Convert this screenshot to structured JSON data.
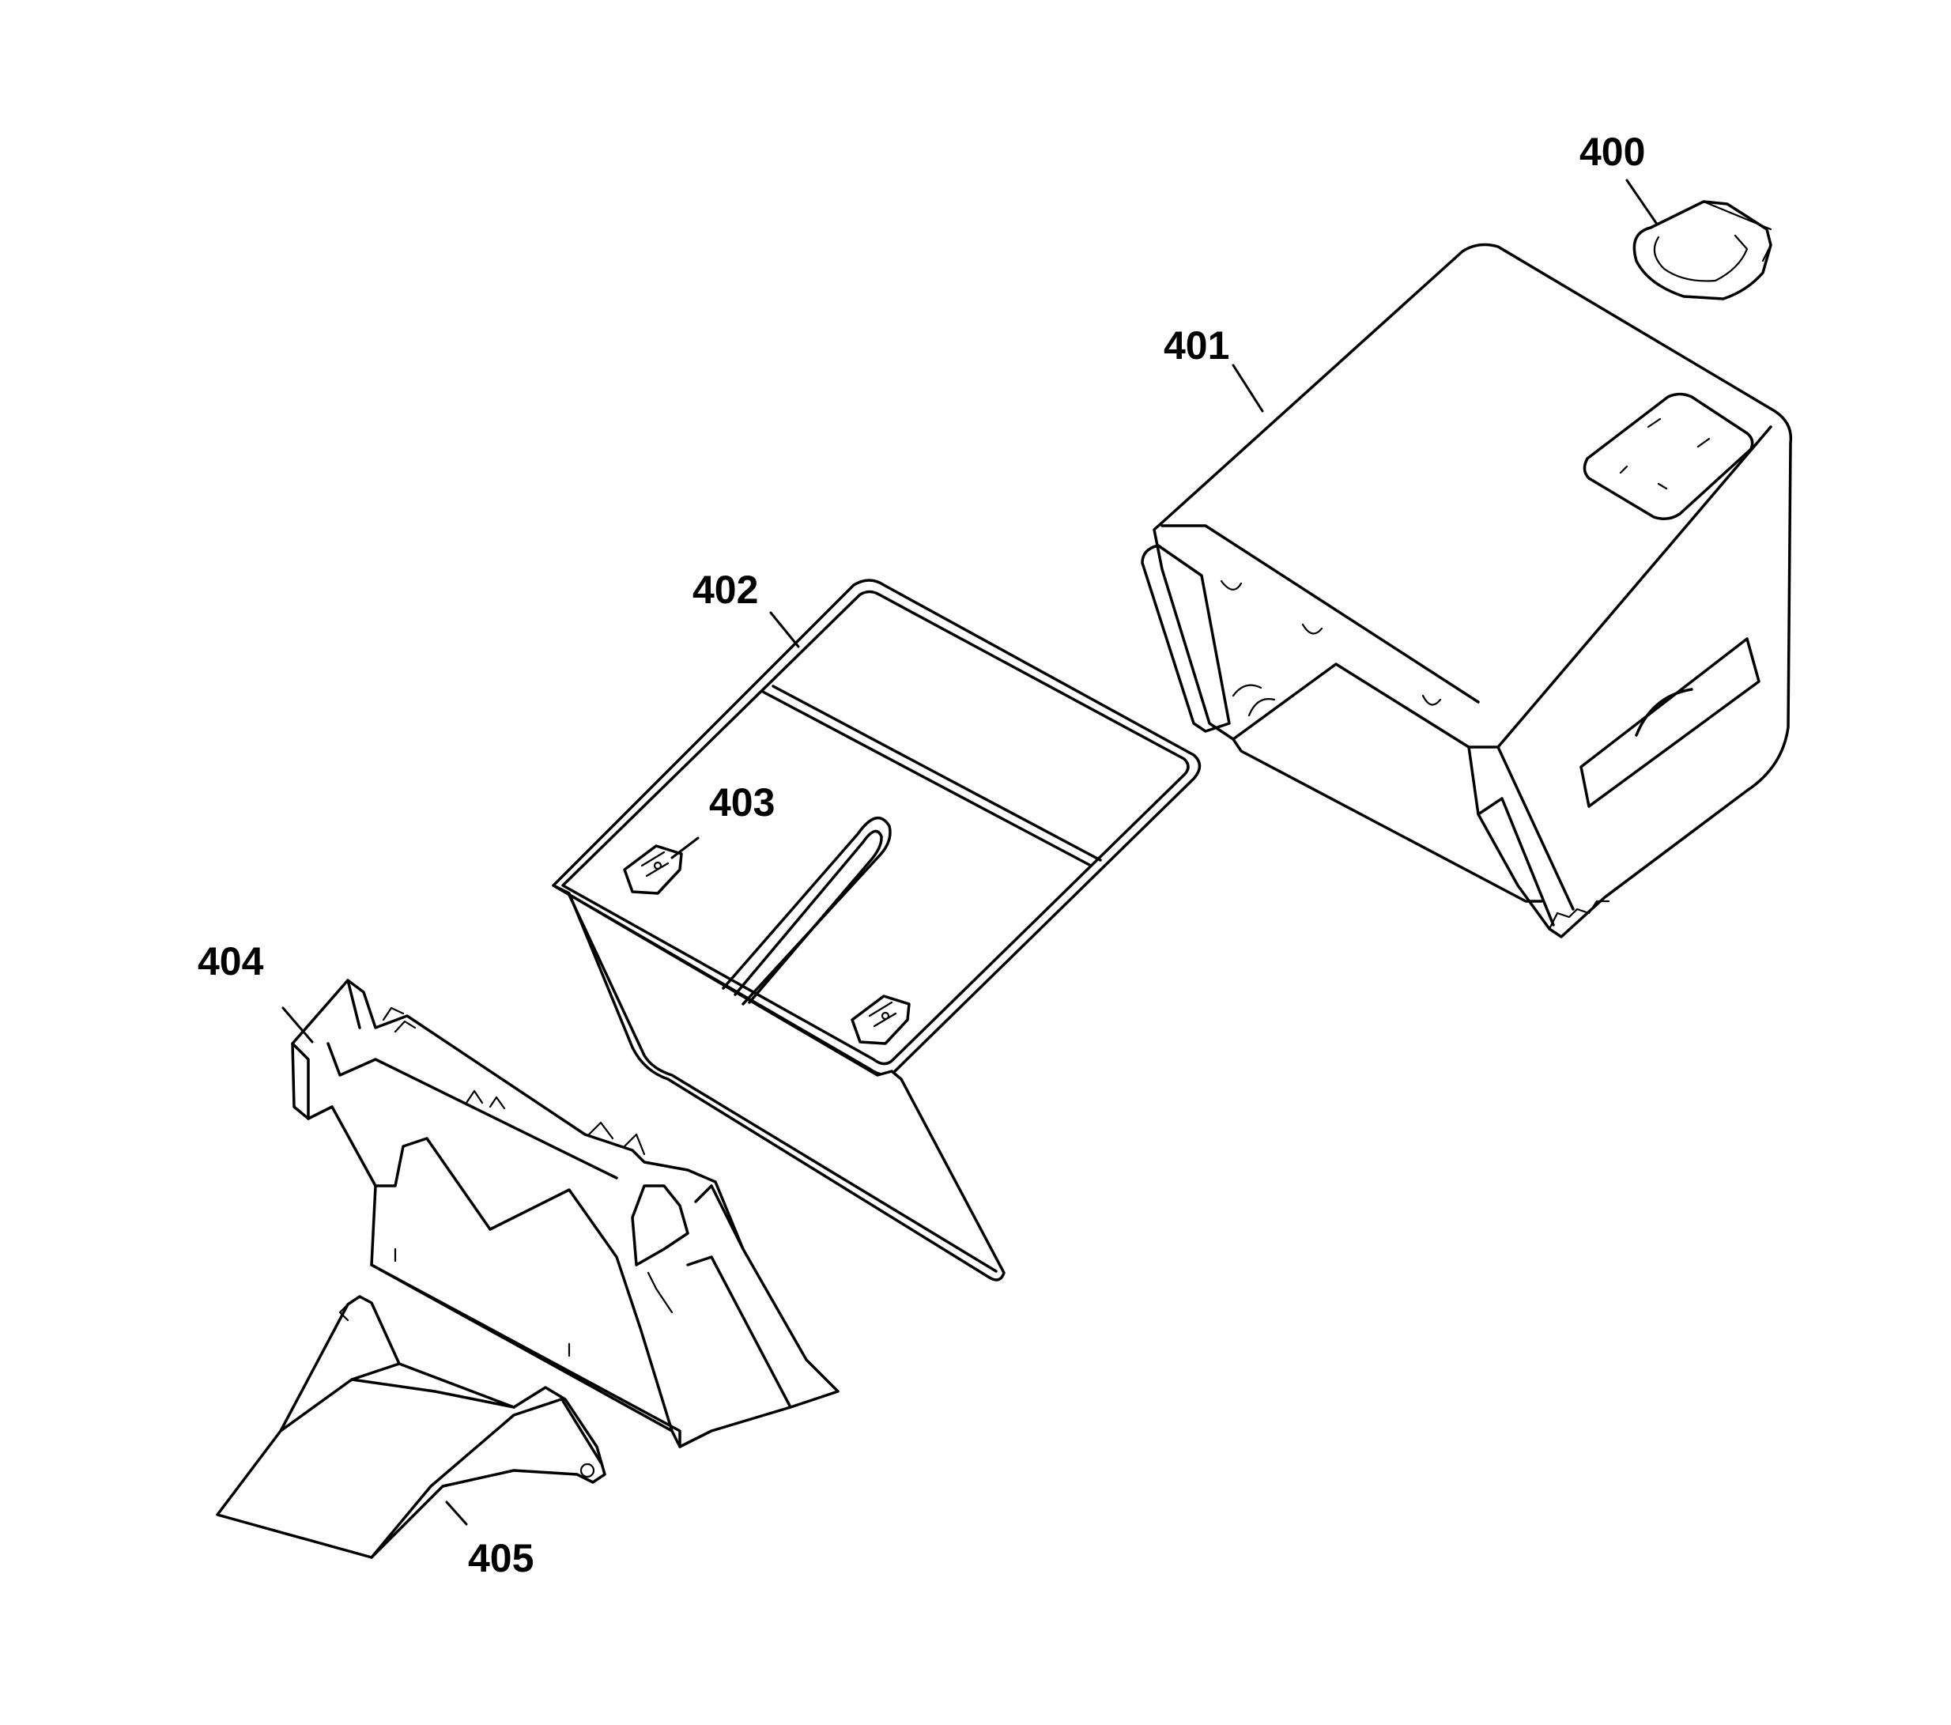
{
  "callouts": {
    "p400": "400",
    "p401": "401",
    "p402": "402",
    "p403": "403",
    "p404": "404",
    "p405": "405"
  }
}
